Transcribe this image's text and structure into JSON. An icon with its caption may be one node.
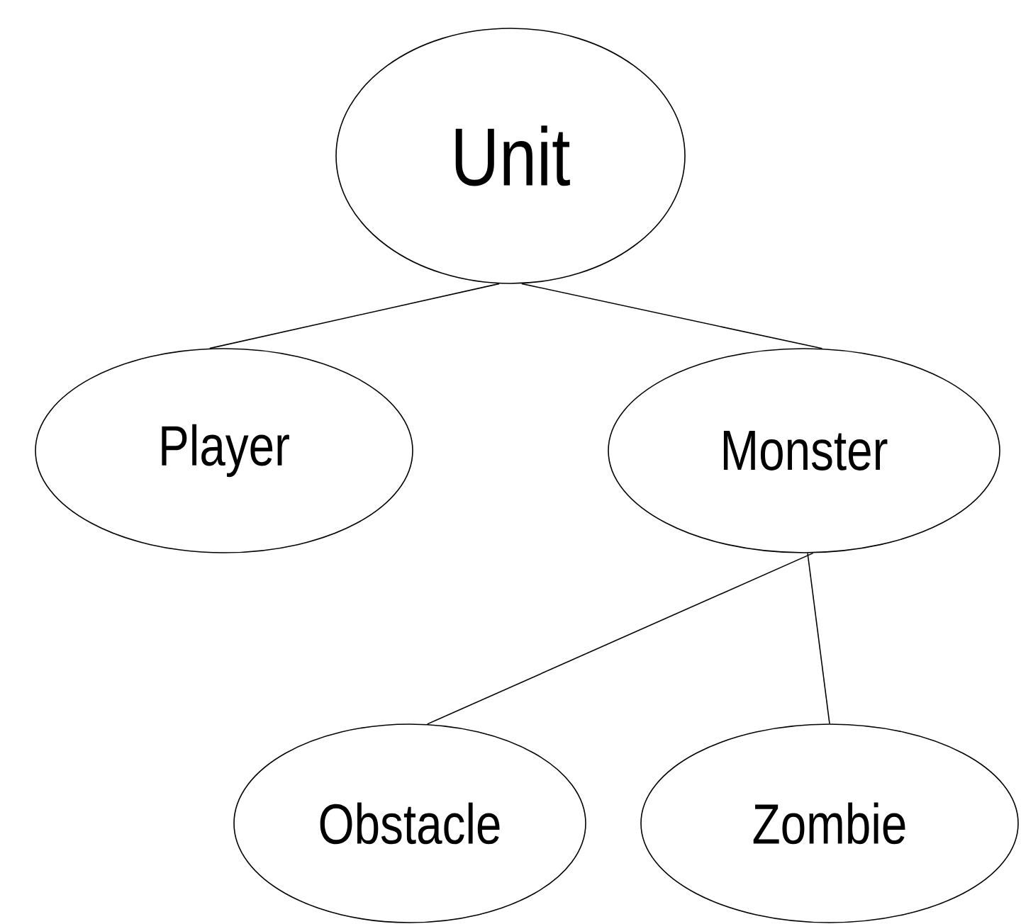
{
  "diagram": {
    "nodes": [
      {
        "text": [
          "Unit"
        ]
      },
      {
        "text": [
          "Player"
        ]
      },
      {
        "text": [
          "Monster"
        ]
      },
      {
        "text": [
          "Obstacle"
        ]
      },
      {
        "text": [
          "Zombie"
        ]
      }
    ],
    "edges": [
      {
        "from": 0,
        "to": 1,
        "arrow": "none"
      },
      {
        "from": 0,
        "to": 2,
        "arrow": "none"
      },
      {
        "from": 2,
        "to": 3,
        "arrow": "none"
      },
      {
        "from": 2,
        "to": 4,
        "arrow": "none"
      }
    ]
  }
}
